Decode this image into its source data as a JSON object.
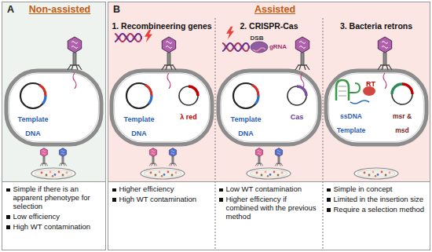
{
  "diagram": {
    "nodes": [
      {
        "text": [
          "A",
          "Non-assisted"
        ]
      },
      {
        "text": [
          "B",
          "Assisted"
        ]
      },
      {
        "text": [
          "1. Recombineering genes"
        ],
        "in": 1
      },
      {
        "text": [
          "2. CRISPR-Cas"
        ],
        "in": 1
      },
      {
        "text": [
          "3. Bacteria retrons"
        ],
        "in": 1
      },
      {
        "text": [
          "Simple if there is an apparent phenotype for selection",
          "Low efficiency",
          "High WT contamination"
        ],
        "in": 0
      },
      {
        "text": [
          "Higher efficiency",
          "High WT contamination"
        ],
        "in": 2
      },
      {
        "text": [
          "Low WT contamination",
          "Higher efficiency if combined with the previous method"
        ],
        "in": 3
      },
      {
        "text": [
          "Simple in concept",
          "Limited in the insertion size",
          "Require a selection method"
        ],
        "in": 4
      }
    ],
    "labels": [
      "Template DNA",
      "Template DNA",
      "λ red",
      "Template DNA",
      "DSB",
      "gRNA",
      "Cas",
      "ssDNA Template",
      "RT",
      "msr & msd"
    ]
  }
}
